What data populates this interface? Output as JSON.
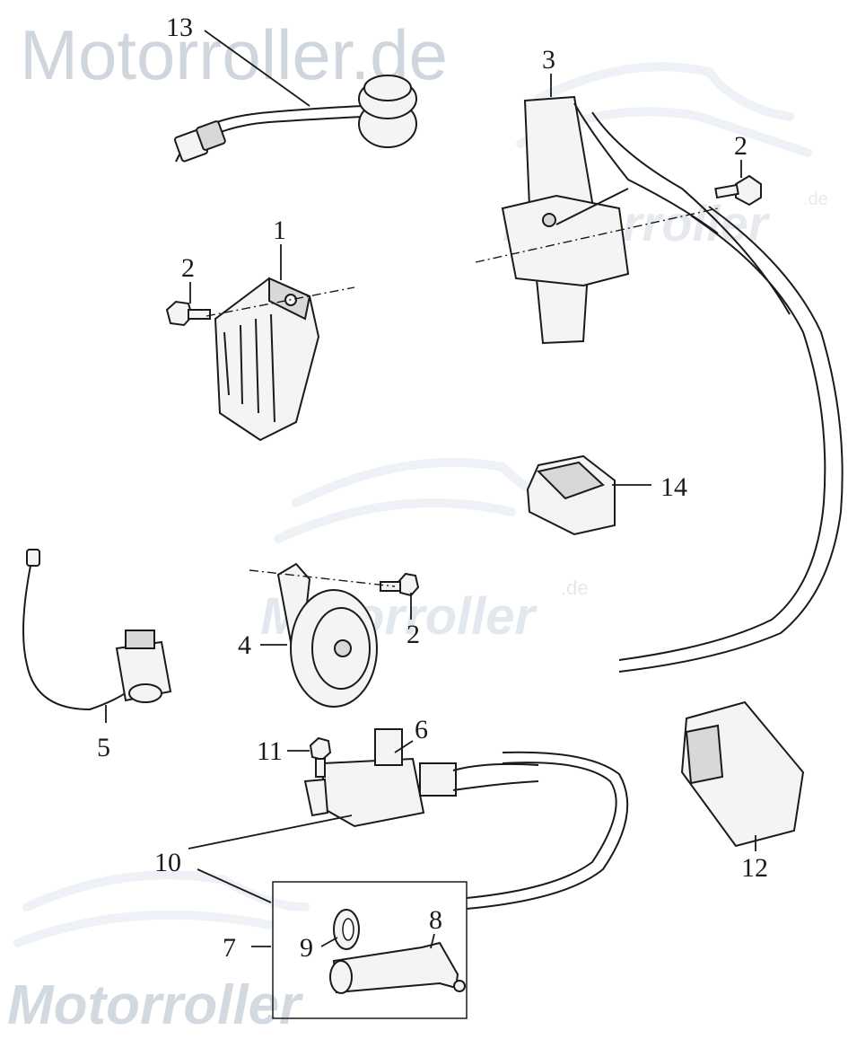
{
  "watermark": {
    "top_text": "Motorroller.de",
    "mid_text": "Motorroller",
    "mid_suffix": ".de",
    "bottom_text": "Motorroller",
    "color": "#c9d3dc"
  },
  "callouts": {
    "c13": "13",
    "c3": "3",
    "c2a": "2",
    "c1": "1",
    "c2b": "2",
    "c14": "14",
    "c4": "4",
    "c2c": "2",
    "c5": "5",
    "c11": "11",
    "c6": "6",
    "c12": "12",
    "c10": "10",
    "c8": "8",
    "c7": "7",
    "c9": "9"
  },
  "colors": {
    "ink": "#1a1a1a",
    "part_fill": "#f4f4f4"
  }
}
